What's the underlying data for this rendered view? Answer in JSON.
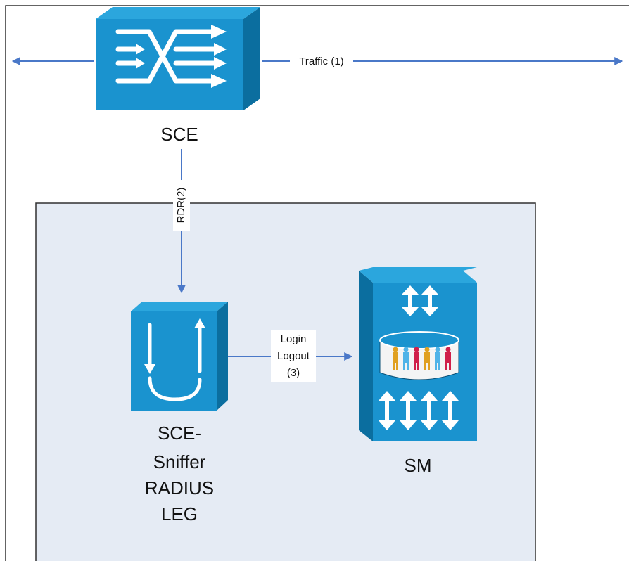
{
  "colors": {
    "device_front": "#1a93cf",
    "device_top": "#2ba6dd",
    "device_side": "#0b6e9f",
    "line": "#4a78c8",
    "frame": "#303030",
    "box_fill": "#e5ebf4"
  },
  "nodes": {
    "sce": {
      "label": "SCE",
      "icon": "switch-icon"
    },
    "sniffer": {
      "label_lines": [
        "SCE-",
        "Sniffer",
        "RADIUS",
        "LEG"
      ],
      "icon": "u-turn-icon"
    },
    "sm": {
      "label": "SM",
      "icon": "subscriber-database-icon"
    }
  },
  "edges": {
    "traffic": {
      "label": "Traffic (1)"
    },
    "rdr": {
      "label": "RDR(2)"
    },
    "login": {
      "label_lines": [
        "Login",
        "Logout",
        "(3)"
      ]
    }
  }
}
